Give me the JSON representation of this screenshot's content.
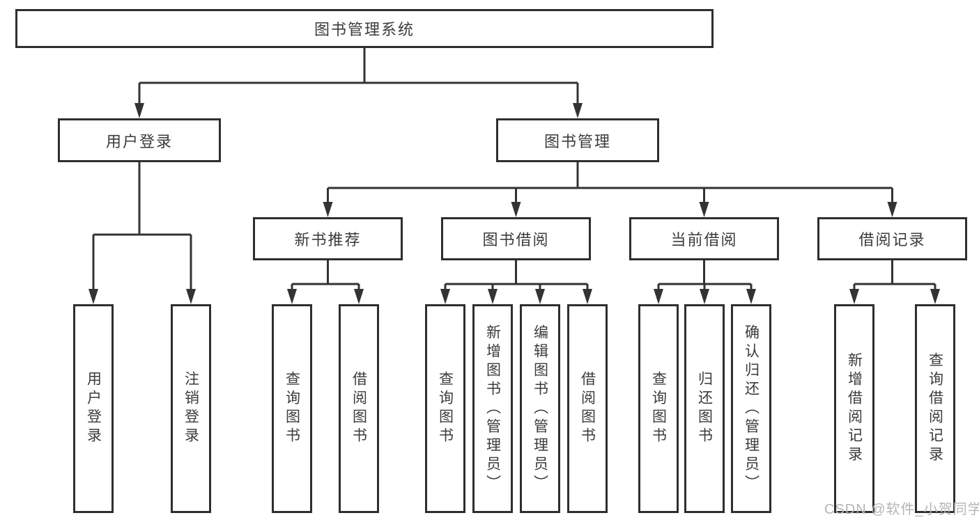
{
  "diagram_type": "hierarchy-tree",
  "colors": {
    "line": "#333333",
    "box_border": "#2e2e2e",
    "box_fill": "#ffffff",
    "text": "#3b3b3b",
    "watermark": "#b5b5b5",
    "background": "#ffffff"
  },
  "tree": {
    "label": "图书管理系统",
    "children": [
      {
        "label": "用户登录",
        "children": [
          {
            "label": "用户登录"
          },
          {
            "label": "注销登录"
          }
        ]
      },
      {
        "label": "图书管理",
        "children": [
          {
            "label": "新书推荐",
            "children": [
              {
                "label": "查询图书"
              },
              {
                "label": "借阅图书"
              }
            ]
          },
          {
            "label": "图书借阅",
            "children": [
              {
                "label": "查询图书"
              },
              {
                "label": "新增图书（管理员）"
              },
              {
                "label": "编辑图书（管理员）"
              },
              {
                "label": "借阅图书"
              }
            ]
          },
          {
            "label": "当前借阅",
            "children": [
              {
                "label": "查询图书"
              },
              {
                "label": "归还图书"
              },
              {
                "label": "确认归还（管理员）"
              }
            ]
          },
          {
            "label": "借阅记录",
            "children": [
              {
                "label": "新增借阅记录"
              },
              {
                "label": "查询借阅记录"
              }
            ]
          }
        ]
      }
    ]
  },
  "watermark": {
    "text": "CSDN @软件_小贺同学"
  }
}
